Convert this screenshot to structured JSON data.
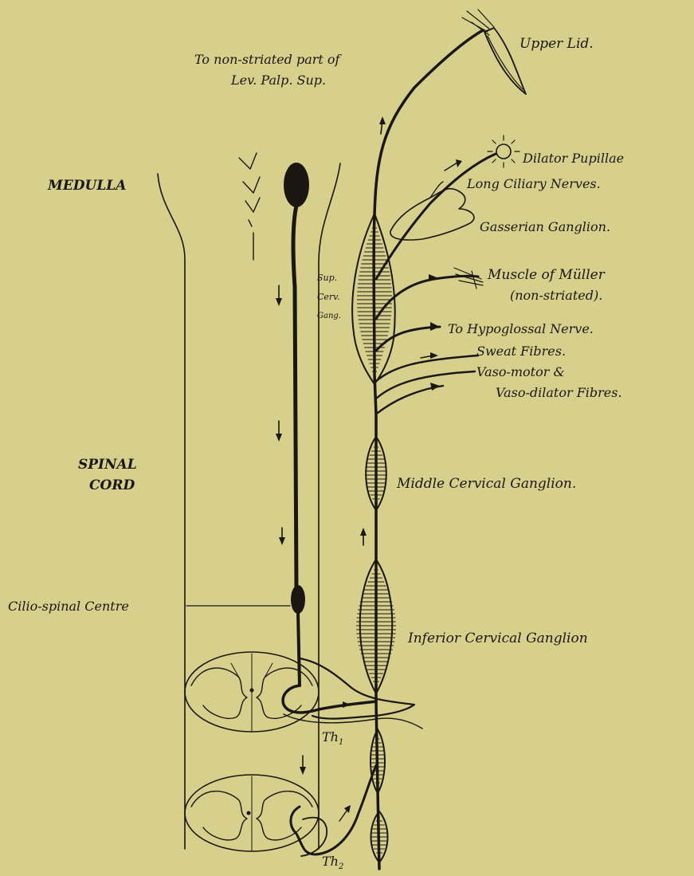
{
  "labels": {
    "medulla": "MEDULLA",
    "spinal_cord_line1": "SPINAL",
    "spinal_cord_line2": "CORD",
    "cilio_spinal_centre": "Cilio-spinal Centre",
    "non_striated_line1": "To non-striated part of",
    "non_striated_line2": "Lev. Palp. Sup.",
    "upper_lid": "Upper Lid.",
    "dilator_pupillae": "Dilator Pupillae",
    "long_ciliary_nerves": "Long Ciliary Nerves.",
    "gasserian_ganglion": "Gasserian Ganglion.",
    "muscle_of_muller": "Muscle of Müller",
    "non_striated": "(non-striated).",
    "sup_cerv_gang_1": "Sup.",
    "sup_cerv_gang_2": "Cerv.",
    "sup_cerv_gang_3": "Gang.",
    "to_hypoglossal_nerve": "To Hypoglossal Nerve.",
    "sweat_fibres": "Sweat Fibres.",
    "vaso_motor": "Vaso-motor &",
    "vaso_dilator_fibres": "Vaso-dilator Fibres.",
    "middle_cervical_ganglion": "Middle Cervical Ganglion.",
    "inferior_cervical_ganglion": "Inferior Cervical Ganglion",
    "th1": "Th",
    "th1_sub": "1",
    "th2": "Th",
    "th2_sub": "2"
  },
  "colors": {
    "paper": "#d6d08c",
    "ink": "#1a1712"
  }
}
